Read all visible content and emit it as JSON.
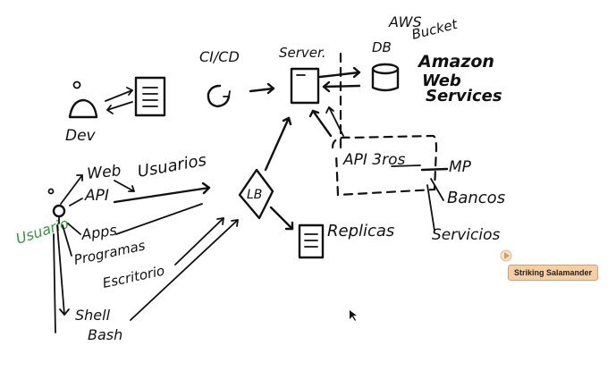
{
  "labels": {
    "aws": "AWS",
    "db": "DB",
    "bucket": "Bucket",
    "amazon": "Amazon",
    "web_services_1": "Web",
    "web_services_2": "Services",
    "cicd": "CI/CD",
    "server": "Server.",
    "dev": "Dev",
    "web": "Web",
    "api": "API",
    "usuarios_top": "Usuarios",
    "usuario_green": "Usuario",
    "apps": "Apps",
    "programas": "Programas",
    "escritorio": "Escritorio",
    "shell": "Shell",
    "bash": "Bash",
    "lb": "LB",
    "replicas": "Replicas",
    "api_3ros": "API 3ros",
    "mp": "MP",
    "bancos": "Bancos",
    "servicios": "Servicios"
  },
  "participant": {
    "name": "Striking Salamander"
  },
  "colors": {
    "ink": "#111111",
    "green_ink": "#2e9a3a",
    "tag_bg": "#f4cfa6"
  }
}
